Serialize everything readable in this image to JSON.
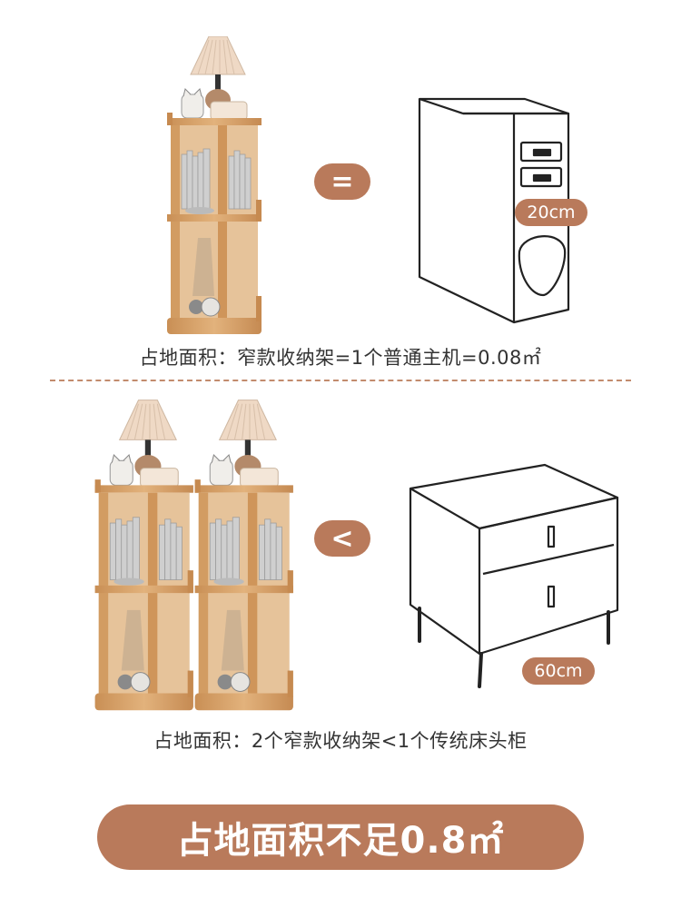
{
  "section1": {
    "operator": "=",
    "size_label": "20cm",
    "caption": "占地面积：窄款收纳架=1个普通主机=0.08㎡"
  },
  "section2": {
    "operator": "<",
    "size_label": "60cm",
    "caption": "占地面积：2个窄款收纳架<1个传统床头柜"
  },
  "banner": {
    "text": "占地面积不足0.8㎡"
  },
  "colors": {
    "accent": "#b97a5b",
    "wood": "#d9a56a",
    "divider": "#c28b6d"
  }
}
